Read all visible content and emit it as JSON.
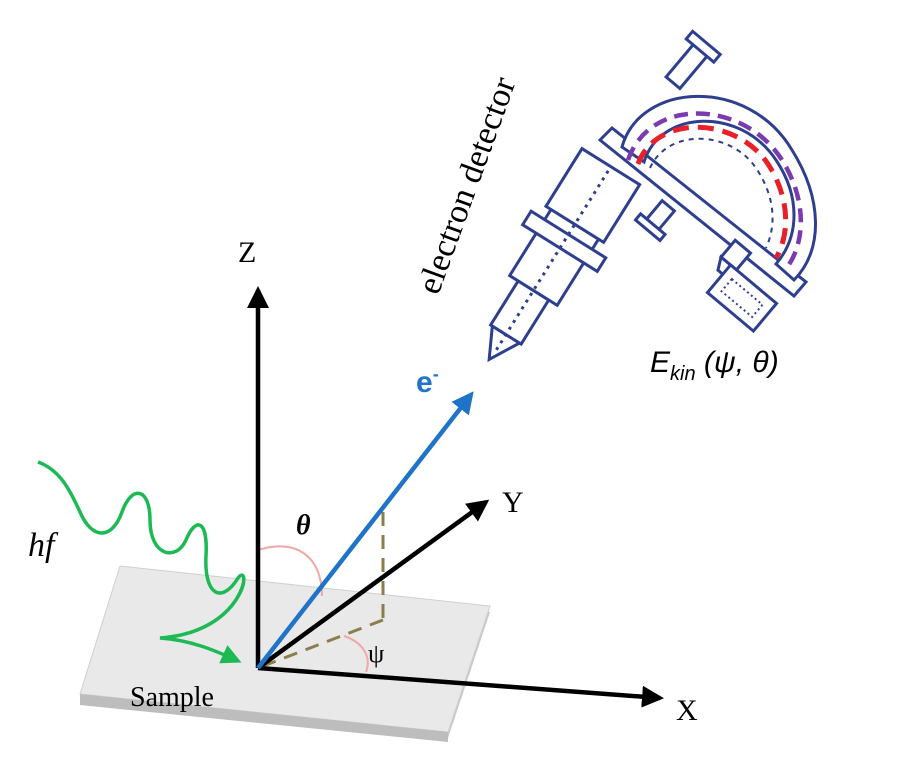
{
  "labels": {
    "z_axis": "Z",
    "y_axis": "Y",
    "x_axis": "X",
    "theta": "θ",
    "psi": "ψ",
    "sample": "Sample",
    "photon": "hf",
    "electron": "e",
    "electron_sup": "-",
    "detector": "electron detector",
    "ekin_E": "E",
    "ekin_sub": "kin",
    "ekin_args": " (ψ, θ)"
  },
  "colors": {
    "axes": "#000000",
    "electron": "#1f73c8",
    "photon": "#1db954",
    "detector": "#2e3f8f",
    "inner_red": "#e8202a",
    "outer_purple": "#7a3bb0",
    "projection": "#8a7d4e",
    "angle_arc": "#f0a8a8",
    "sample_fill": "#e9e9e9"
  }
}
